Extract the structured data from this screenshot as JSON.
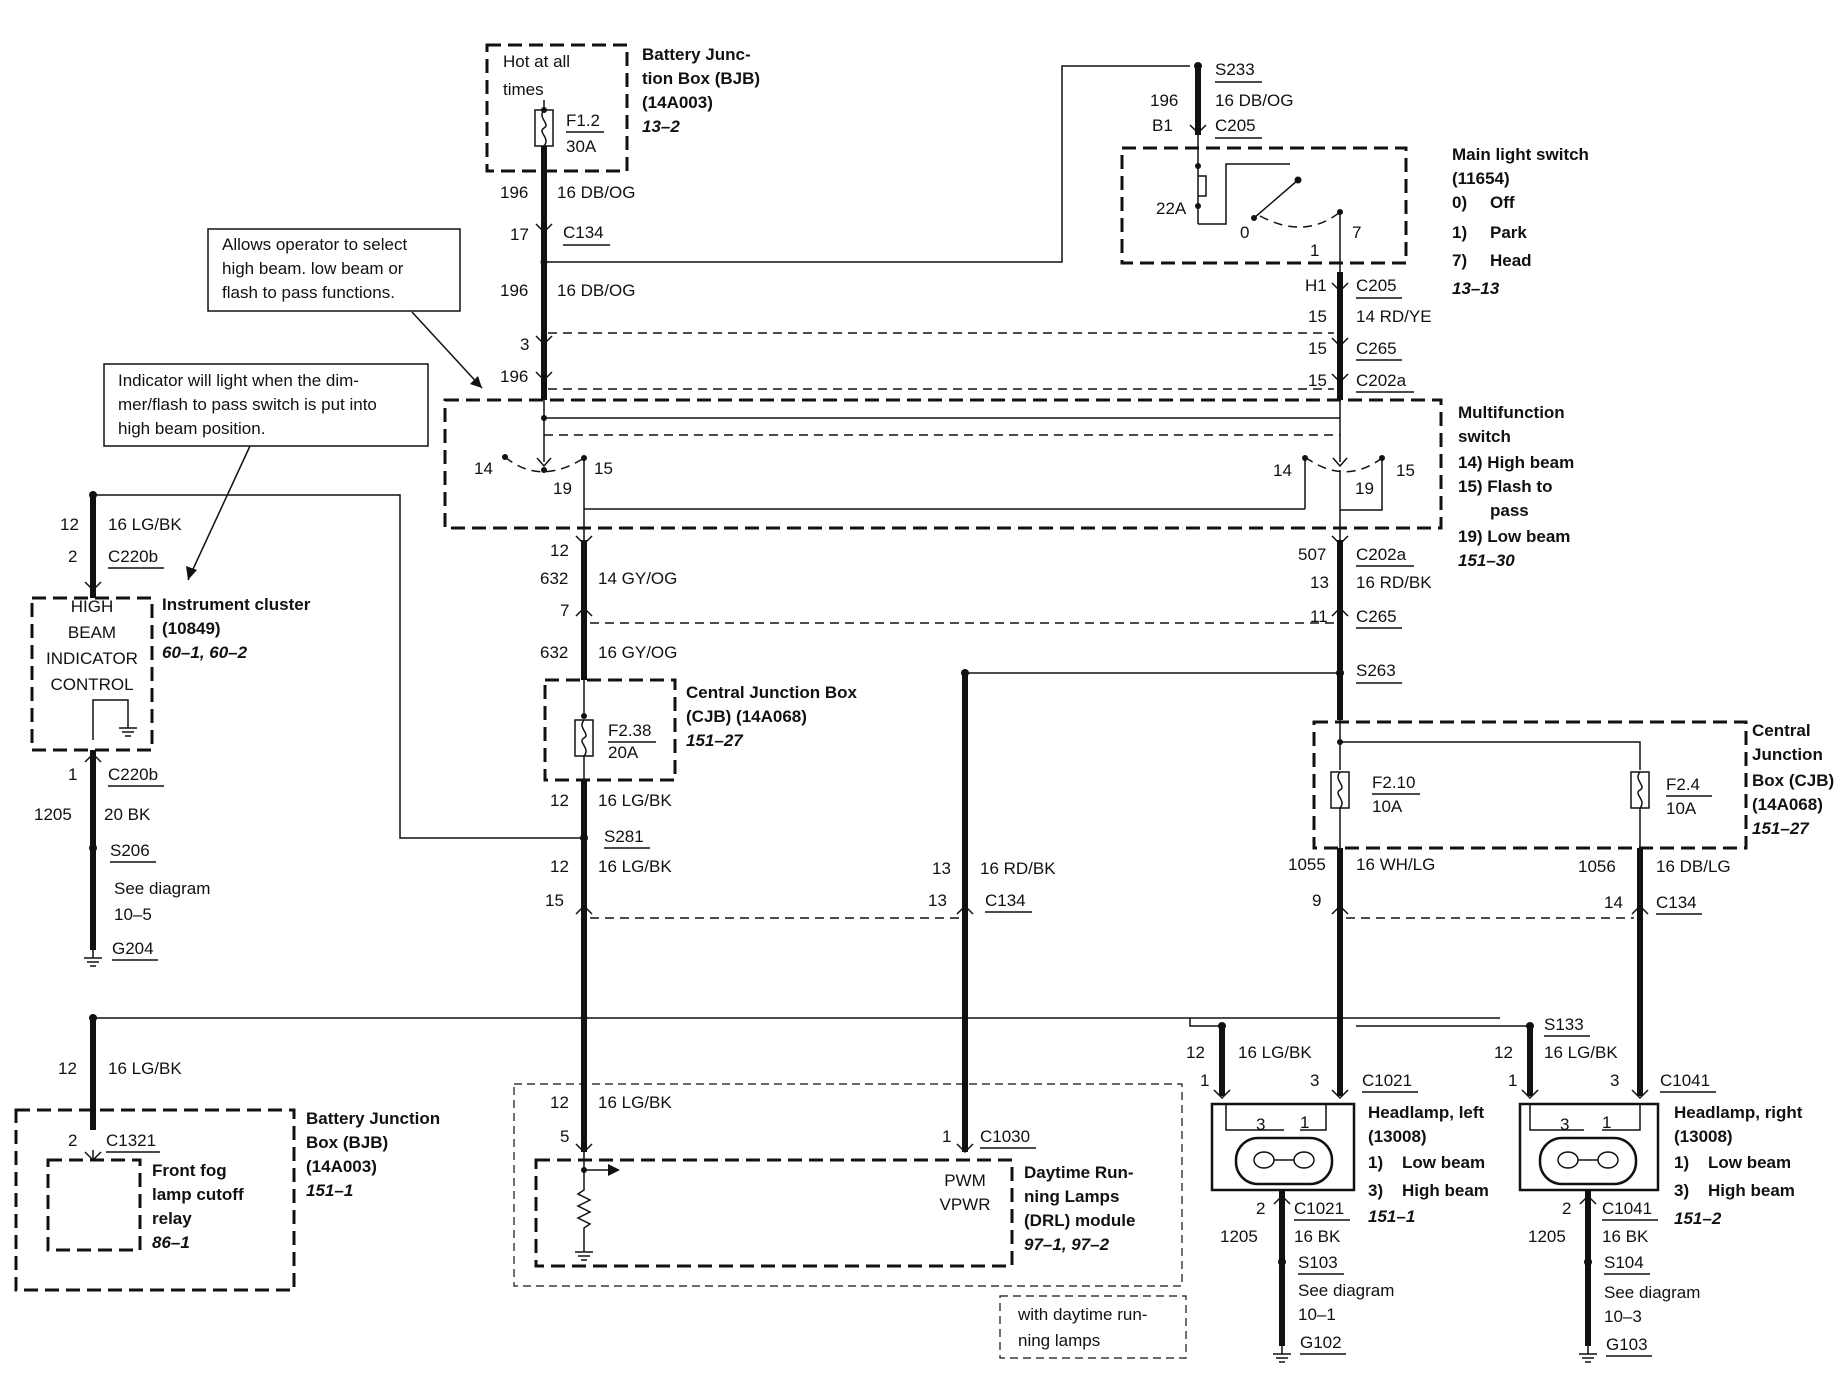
{
  "bjb_top": {
    "l1": "Hot at all",
    "l2": "times",
    "fuse": "F1.2",
    "amp": "30A",
    "title1": "Battery Junc-",
    "title2": "tion Box (BJB)",
    "part": "(14A003)",
    "page": "13–2"
  },
  "left": {
    "c196a": "196",
    "w196a": "16 DB/OG",
    "c17": "17",
    "conn134": "C134",
    "c196b": "196",
    "w196b": "16 DB/OG",
    "c3": "3",
    "c196c": "196"
  },
  "note1": {
    "l1": "Allows operator to select",
    "l2": "high beam. low beam or",
    "l3": "flash to pass functions."
  },
  "note2": {
    "l1": "Indicator will light when the dim-",
    "l2": "mer/flash to pass switch is put into",
    "l3": "high beam position."
  },
  "s233": {
    "s": "S233",
    "c196": "196",
    "w": "16 DB/OG",
    "b1": "B1",
    "conn": "C205"
  },
  "mls": {
    "pin22": "22A",
    "p0": "0",
    "p1": "1",
    "p7": "7",
    "title": "Main light switch",
    "part": "(11654)",
    "o0": "0)",
    "o0t": "Off",
    "o1": "1)",
    "o1t": "Park",
    "o7": "7)",
    "o7t": "Head",
    "page": "13–13"
  },
  "right_top": {
    "h1": "H1",
    "c205": "C205",
    "c15a": "15",
    "w": "14 RD/YE",
    "c15b": "15",
    "c265": "C265",
    "c15c": "15",
    "c202a": "C202a"
  },
  "mfs": {
    "p14l": "14",
    "p19l": "19",
    "p15l": "15",
    "p14r": "14",
    "p19r": "19",
    "p15r": "15",
    "t1": "Multifunction",
    "t2": "switch",
    "o14": "14) High beam",
    "o15": "15) Flash to",
    "o15b": "pass",
    "o19": "19) Low beam",
    "page": "151–30"
  },
  "left_mid": {
    "c12": "12",
    "c632": "632",
    "w632": "14 GY/OG",
    "c7": "7",
    "c632b": "632",
    "w632b": "16 GY/OG"
  },
  "right_mid": {
    "c507": "507",
    "c202a": "C202a",
    "c13": "13",
    "w": "16 RD/BK",
    "c11": "11",
    "c265": "C265",
    "s263": "S263"
  },
  "ic": {
    "c12": "12",
    "w": "16 LG/BK",
    "c2": "2",
    "conn": "C220b",
    "l1": "HIGH",
    "l2": "BEAM",
    "l3": "INDICATOR",
    "l4": "CONTROL",
    "title": "Instrument cluster",
    "part": "(10849)",
    "page": "60–1, 60–2",
    "c1": "1",
    "conn2": "C220b",
    "c1205": "1205",
    "w2": "20 BK",
    "s206": "S206",
    "see": "See diagram",
    "seepg": "10–5",
    "gnd": "G204"
  },
  "cjb_l": {
    "fuse": "F2.38",
    "amp": "20A",
    "title1": "Central Junction Box",
    "title2": "(CJB) (14A068)",
    "page": "151–27",
    "c12": "12",
    "w": "16 LG/BK",
    "s281": "S281",
    "c12b": "12",
    "w2": "16 LG/BK",
    "c15": "15"
  },
  "drl_wire": {
    "c13": "13",
    "w": "16 RD/BK",
    "c13b": "13",
    "conn": "C134"
  },
  "cjb_r": {
    "f1": "F2.10",
    "a1": "10A",
    "f2": "F2.4",
    "a2": "10A",
    "t1": "Central",
    "t2": "Junction",
    "t3": "Box (CJB)",
    "t4": "(14A068)",
    "page": "151–27"
  },
  "hl_wires": {
    "c1055": "1055",
    "w1055": "16 WH/LG",
    "c1056": "1056",
    "w1056": "16 DB/LG",
    "c9": "9",
    "c14": "14",
    "conn": "C134"
  },
  "fog": {
    "c12": "12",
    "w": "16 LG/BK",
    "c2": "2",
    "conn": "C1321",
    "l1": "Front fog",
    "l2": "lamp cutoff",
    "l3": "relay",
    "page": "86–1",
    "t1": "Battery Junction",
    "t2": "Box (BJB)",
    "part": "(14A003)",
    "page2": "151–1"
  },
  "drl": {
    "c12": "12",
    "w": "16 LG/BK",
    "c5": "5",
    "c1": "1",
    "conn": "C1030",
    "pwm": "PWM",
    "vpwr": "VPWR",
    "t1": "Daytime Run-",
    "t2": "ning Lamps",
    "t3": "(DRL) module",
    "page": "97–1, 97–2",
    "n1": "with daytime run-",
    "n2": "ning lamps"
  },
  "hl_left": {
    "c12": "12",
    "w": "16 LG/BK",
    "p1": "1",
    "p3": "3",
    "conn": "C1021",
    "i3": "3",
    "i1": "1",
    "t1": "Headlamp, left",
    "part": "(13008)",
    "o1": "1)",
    "o1t": "Low beam",
    "o3": "3)",
    "o3t": "High beam",
    "page": "151–1",
    "c2": "2",
    "conn2": "C1021",
    "c1205": "1205",
    "w2": "16 BK",
    "s": "S103",
    "see": "See diagram",
    "seepg": "10–1",
    "gnd": "G102"
  },
  "hl_right": {
    "s133": "S133",
    "c12": "12",
    "w": "16 LG/BK",
    "p1": "1",
    "p3": "3",
    "conn": "C1041",
    "i3": "3",
    "i1": "1",
    "t1": "Headlamp, right",
    "part": "(13008)",
    "o1": "1)",
    "o1t": "Low beam",
    "o3": "3)",
    "o3t": "High beam",
    "page": "151–2",
    "c2": "2",
    "conn2": "C1041",
    "c1205": "1205",
    "w2": "16 BK",
    "s": "S104",
    "see": "See diagram",
    "seepg": "10–3",
    "gnd": "G103"
  }
}
